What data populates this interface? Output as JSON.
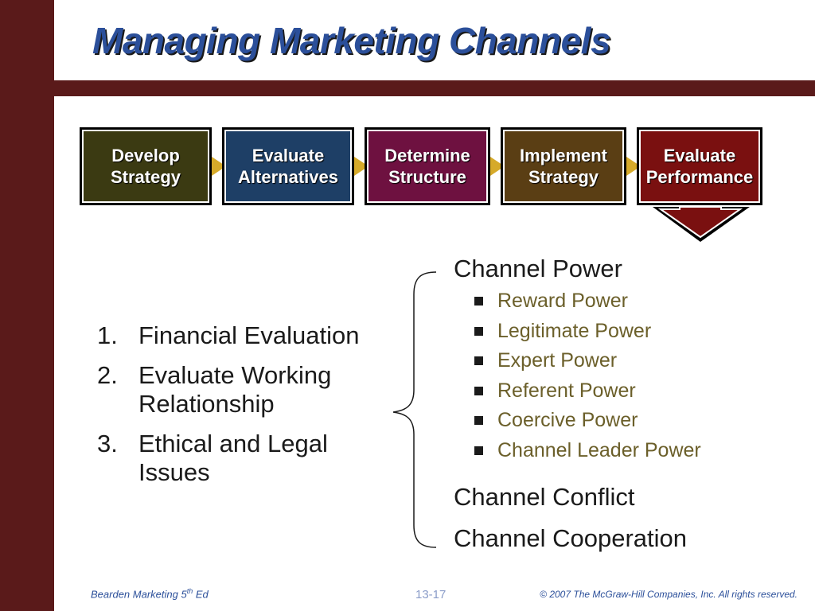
{
  "slide": {
    "title": "Managing Marketing Channels"
  },
  "process": {
    "steps": [
      {
        "label": "Develop\nStrategy",
        "color": "#3b3a12"
      },
      {
        "label": "Evaluate\nAlternatives",
        "color": "#1e3f66"
      },
      {
        "label": "Determine\nStructure",
        "color": "#6e1140"
      },
      {
        "label": "Implement\nStrategy",
        "color": "#5a3e14"
      },
      {
        "label": "Evaluate\nPerformance",
        "color": "#7a1010"
      }
    ],
    "arrow_color": "#d6aa2a"
  },
  "left_list": [
    {
      "num": "1.",
      "text": "Financial Evaluation"
    },
    {
      "num": "2.",
      "text": "Evaluate Working\nRelationship"
    },
    {
      "num": "3.",
      "text": "Ethical and Legal\nIssues"
    }
  ],
  "right": {
    "channel_power": "Channel Power",
    "power_types": [
      "Reward Power",
      "Legitimate Power",
      "Expert Power",
      "Referent Power",
      "Coercive Power",
      "Channel Leader Power"
    ],
    "channel_conflict": "Channel Conflict",
    "channel_cooperation": "Channel Cooperation"
  },
  "footer": {
    "left": "Bearden Marketing 5",
    "left_sup": "th",
    "left_end": " Ed",
    "page": "13-17",
    "right": "© 2007  The McGraw-Hill Companies, Inc.  All rights reserved."
  }
}
